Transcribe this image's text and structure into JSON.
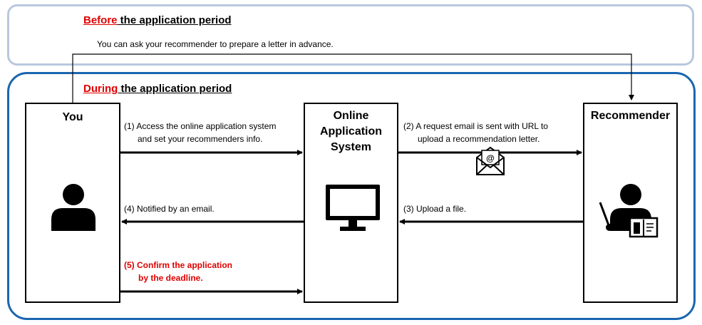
{
  "before": {
    "accent": "Before",
    "rest": " the application period",
    "note": "You can ask your recommender to prepare a letter in advance."
  },
  "during": {
    "accent": "During",
    "rest": " the application period"
  },
  "actors": {
    "you": "You",
    "system": [
      "Online",
      "Application",
      "System"
    ],
    "recommender": "Recommender"
  },
  "steps": {
    "s1": [
      "(1) Access the online application system",
      "and set your recommenders info."
    ],
    "s2": [
      "(2) A request email is sent with URL to",
      "upload a  recommendation letter."
    ],
    "s3": "(3) Upload a file.",
    "s4": "(4) Notified by an email.",
    "s5": [
      "(5) Confirm the application",
      "by the deadline."
    ]
  },
  "icons": {
    "you": "person-icon",
    "system": "monitor-icon",
    "recommender": "teacher-icon",
    "email": "email-icon"
  },
  "colors": {
    "accent": "#e00000",
    "before_border": "#b8c8de",
    "during_border": "#1a66b0"
  }
}
